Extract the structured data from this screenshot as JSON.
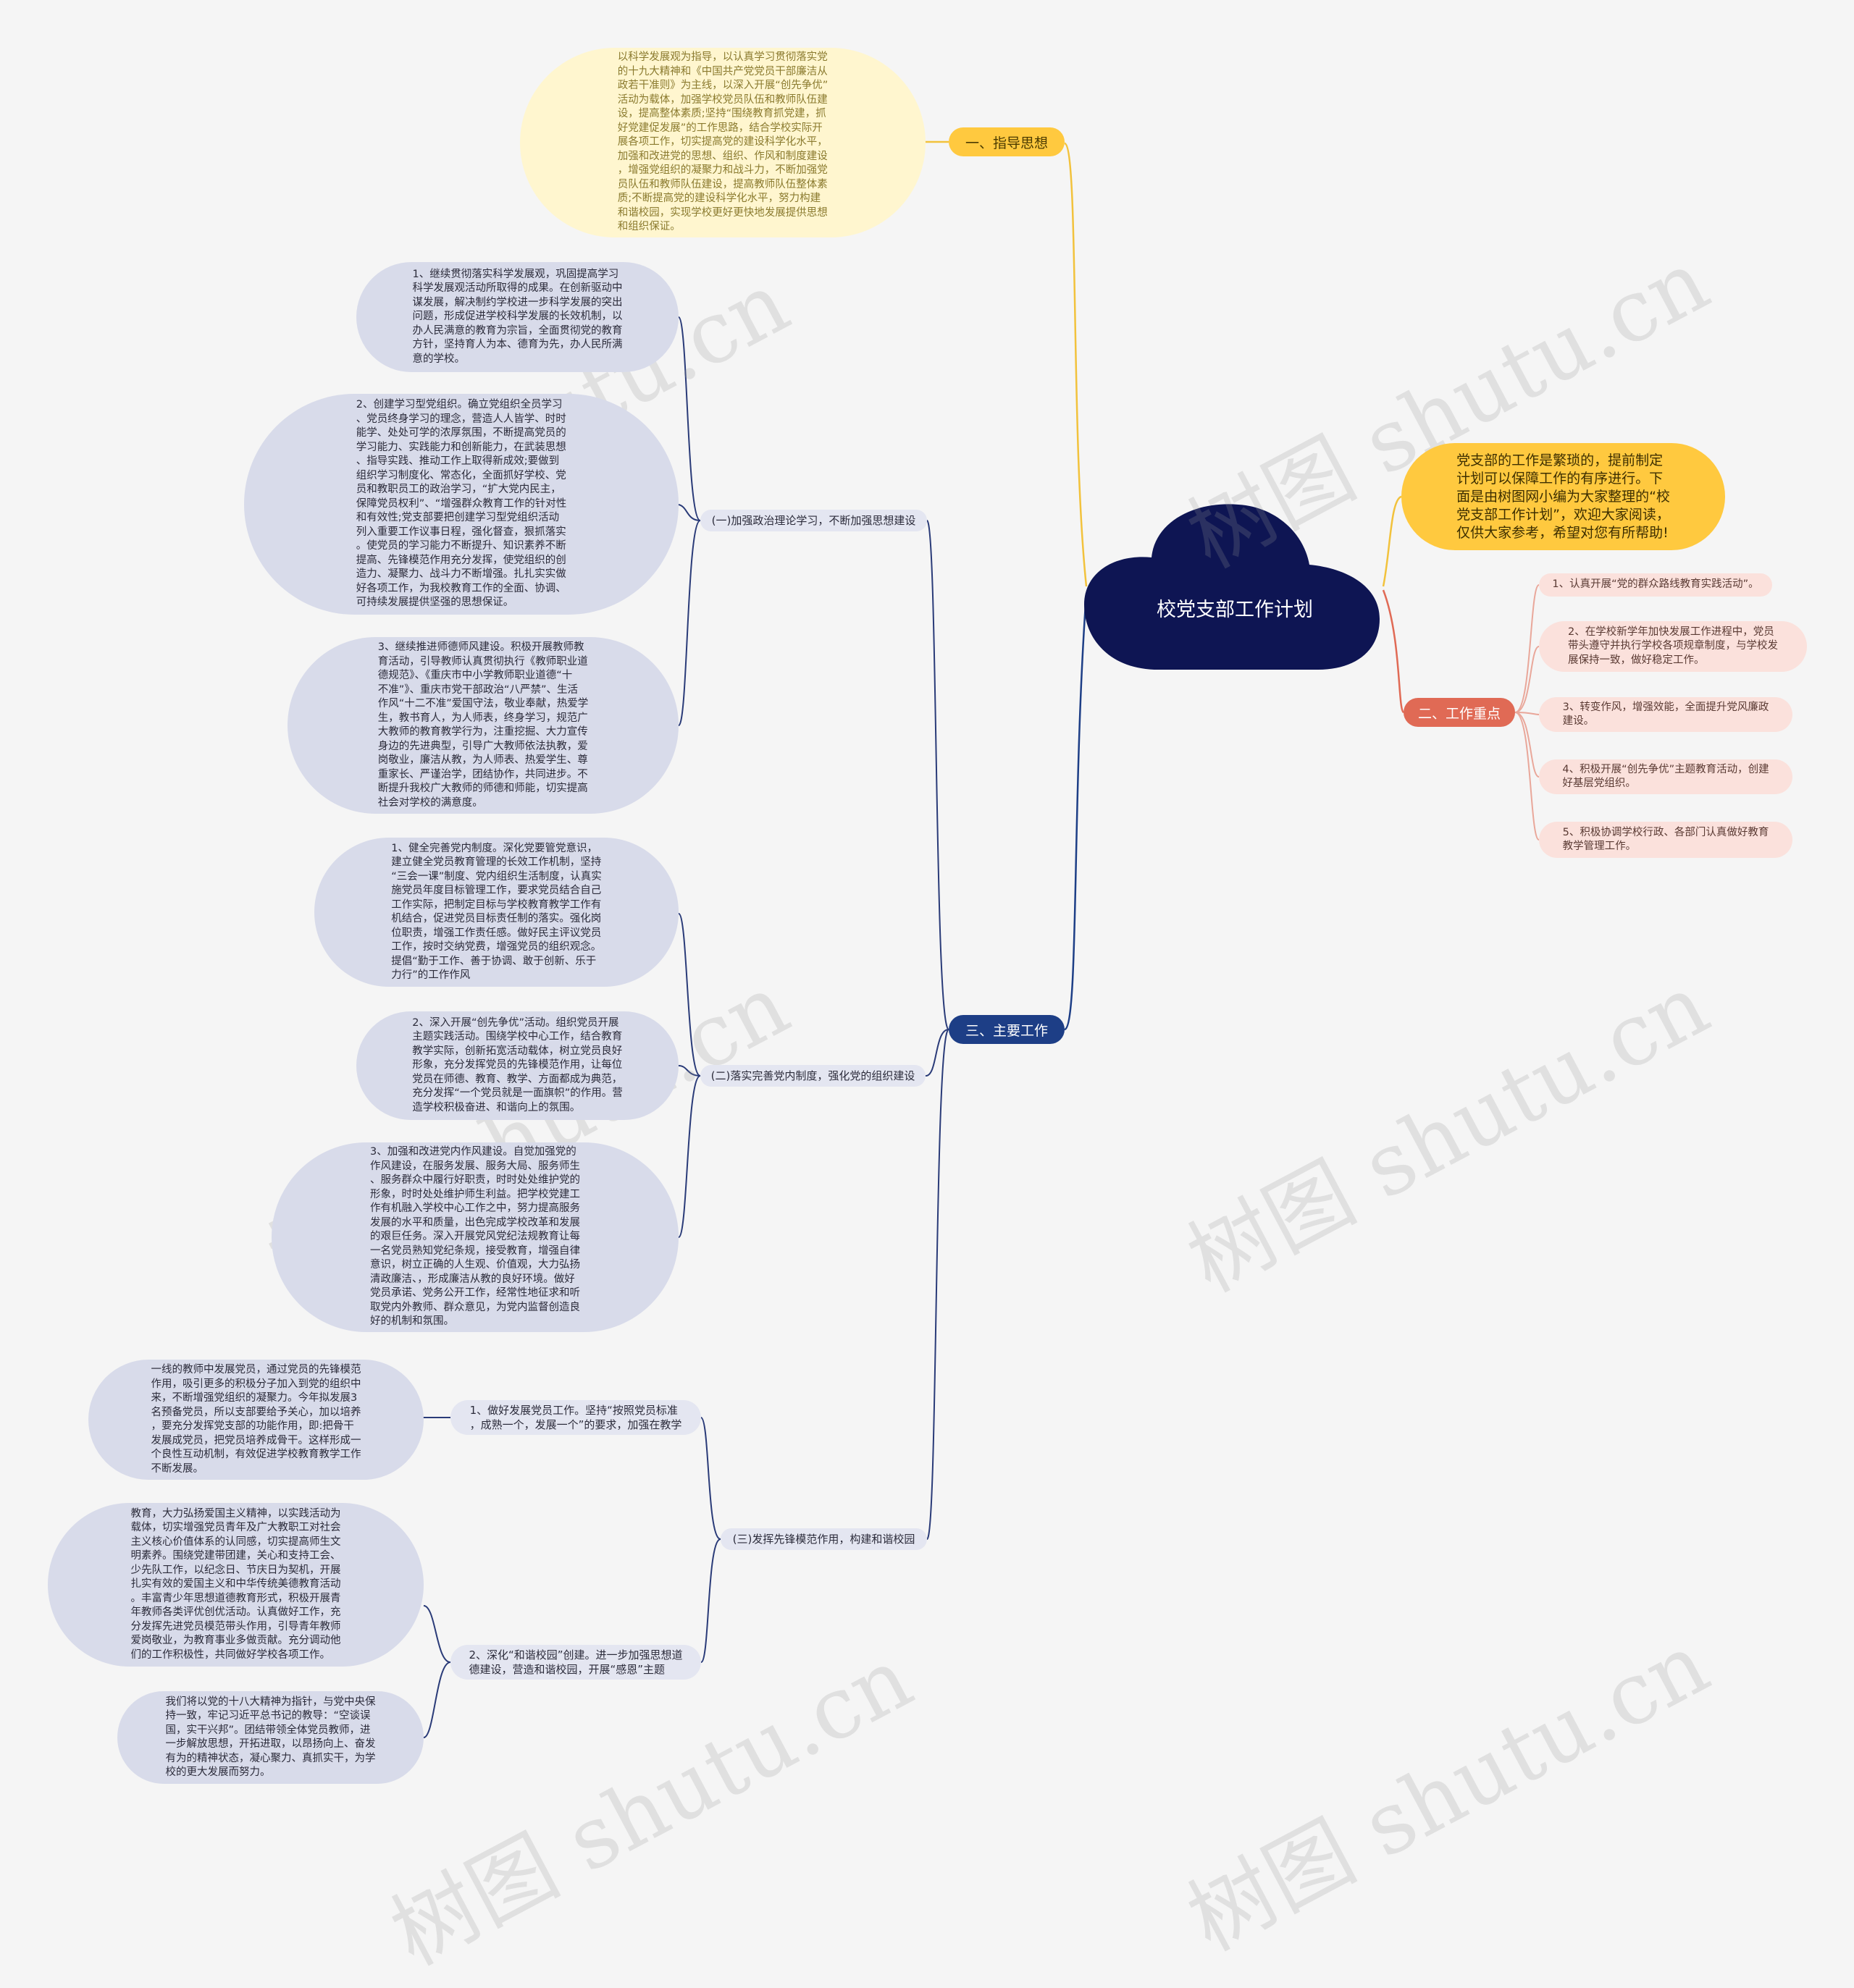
{
  "central_topic": "校党支部工作计划",
  "intro_note": "党支部的工作是繁琐的，提前制定\n计划可以保障工作的有序进行。下\n面是由树图网小编为大家整理的“校\n党支部工作计划”，欢迎大家阅读，\n仅供大家参考，希望对您有所帮助!",
  "branches": {
    "guiding": {
      "label": "一、指导思想",
      "text": "以科学发展观为指导，以认真学习贯彻落实党\n的十九大精神和《中国共产党党员干部廉洁从\n政若干准则》为主线，以深入开展“创先争优”\n活动为载体，加强学校党员队伍和教师队伍建\n设，提高整体素质;坚持“围绕教育抓党建，抓\n好党建促发展”的工作思路，结合学校实际开\n展各项工作，切实提高党的建设科学化水平，\n加强和改进党的思想、组织、作风和制度建设\n，增强党组织的凝聚力和战斗力，不断加强党\n员队伍和教师队伍建设，提高教师队伍整体素\n质;不断提高党的建设科学化水平，努力构建\n和谐校园，实现学校更好更快地发展提供思想\n和组织保证。"
    },
    "key_points": {
      "label": "二、工作重点",
      "items": [
        "1、认真开展“党的群众路线教育实践活动”。",
        "2、在学校新学年加快发展工作进程中，党员\n带头遵守并执行学校各项规章制度，与学校发\n展保持一致，做好稳定工作。",
        "3、转变作风，增强效能，全面提升党风廉政\n建设。",
        "4、积极开展“创先争优”主题教育活动，创建\n好基层党组织。",
        "5、积极协调学校行政、各部门认真做好教育\n教学管理工作。"
      ]
    },
    "main_work": {
      "label": "三、主要工作",
      "sections": [
        {
          "title": "(一)加强政治理论学习，不断加强思想建设",
          "items": [
            "1、继续贯彻落实科学发展观，巩固提高学习\n科学发展观活动所取得的成果。在创新驱动中\n谋发展，解决制约学校进一步科学发展的突出\n问题，形成促进学校科学发展的长效机制，以\n办人民满意的教育为宗旨，全面贯彻党的教育\n方针，坚持育人为本、德育为先，办人民所满\n意的学校。",
            "2、创建学习型党组织。确立党组织全员学习\n、党员终身学习的理念，营造人人皆学、时时\n能学、处处可学的浓厚氛围，不断提高党员的\n学习能力、实践能力和创新能力，在武装思想\n、指导实践、推动工作上取得新成效;要做到\n组织学习制度化、常态化，全面抓好学校、党\n员和教职员工的政治学习，“扩大党内民主，\n保障党员权利”、“增强群众教育工作的针对性\n和有效性;党支部要把创建学习型党组织活动\n列入重要工作议事日程，强化督查，狠抓落实\n。使党员的学习能力不断提升、知识素养不断\n提高、先锋模范作用充分发挥，使党组织的创\n造力、凝聚力、战斗力不断增强。扎扎实实做\n好各项工作，为我校教育工作的全面、协调、\n可持续发展提供坚强的思想保证。",
            "3、继续推进师德师风建设。积极开展教师教\n育活动，引导教师认真贯彻执行《教师职业道\n德规范》、《重庆市中小学教师职业道德“十\n不准”》、重庆市党干部政治“八严禁”、生活\n作风“十二不准”爱国守法，敬业奉献，热爱学\n生，教书育人，为人师表，终身学习，规范广\n大教师的教育教学行为，注重挖掘、大力宣传\n身边的先进典型，引导广大教师依法执教，爱\n岗敬业，廉洁从教，为人师表、热爱学生、尊\n重家长、严谨治学，团结协作，共同进步。不\n断提升我校广大教师的师德和师能，切实提高\n社会对学校的满意度。"
          ]
        },
        {
          "title": "(二)落实完善党内制度，强化党的组织建设",
          "items": [
            "1、健全完善党内制度。深化党要管党意识，\n建立健全党员教育管理的长效工作机制，坚持\n“三会一课”制度、党内组织生活制度，认真实\n施党员年度目标管理工作，要求党员结合自己\n工作实际，把制定目标与学校教育教学工作有\n机结合，促进党员目标责任制的落实。强化岗\n位职责，增强工作责任感。做好民主评议党员\n工作，按时交纳党费，增强党员的组织观念。\n提倡“勤于工作、善于协调、敢于创新、乐于\n力行”的工作作风",
            "2、深入开展“创先争优”活动。组织党员开展\n主题实践活动。围绕学校中心工作，结合教育\n教学实际，创新拓宽活动载体，树立党员良好\n形象，充分发挥党员的先锋模范作用，让每位\n党员在师德、教育、教学、方面都成为典范，\n充分发挥“一个党员就是一面旗帜”的作用。营\n造学校积极奋进、和谐向上的氛围。",
            "3、加强和改进党内作风建设。自觉加强党的\n作风建设，在服务发展、服务大局、服务师生\n、服务群众中履行好职责，时时处处维护党的\n形象，时时处处维护师生利益。把学校党建工\n作有机融入学校中心工作之中，努力提高服务\n发展的水平和质量，出色完成学校改革和发展\n的艰巨任务。深入开展党风党纪法规教育让每\n一名党员熟知党纪条规，接受教育，增强自律\n意识，树立正确的人生观、价值观，大力弘扬\n清政廉洁、，形成廉洁从教的良好环境。做好\n党员承诺、党务公开工作，经常性地征求和听\n取党内外教师、群众意见，为党内监督创造良\n好的机制和氛围。"
          ]
        },
        {
          "title": "(三)发挥先锋模范作用，构建和谐校园",
          "items": [
            {
              "title": "1、做好发展党员工作。坚持“按照党员标准\n，成熟一个，发展一个”的要求，加强在教学",
              "children": [
                "一线的教师中发展党员，通过党员的先锋模范\n作用，吸引更多的积极分子加入到党的组织中\n来，不断增强党组织的凝聚力。今年拟发展3\n名预备党员，所以支部要给予关心，加以培养\n，要充分发挥党支部的功能作用，即:把骨干\n发展成党员，把党员培养成骨干。这样形成一\n个良性互动机制，有效促进学校教育教学工作\n不断发展。"
              ]
            },
            {
              "title": "2、深化“和谐校园”创建。进一步加强思想道\n德建设，营造和谐校园，开展“感恩”主题",
              "children": [
                "教育，大力弘扬爱国主义精神，以实践活动为\n载体，切实增强党员青年及广大教职工对社会\n主义核心价值体系的认同感，切实提高师生文\n明素养。围绕党建带团建，关心和支持工会、\n少先队工作，以纪念日、节庆日为契机，开展\n扎实有效的爱国主义和中华传统美德教育活动\n。丰富青少年思想道德教育形式，积极开展青\n年教师各类评优创优活动。认真做好工作，充\n分发挥先进党员模范带头作用，引导青年教师\n爱岗敬业，为教育事业多做贡献。充分调动他\n们的工作积极性，共同做好学校各项工作。",
                "我们将以党的十八大精神为指针，与党中央保\n持一致，牢记习近平总书记的教导：“空谈误\n国，实干兴邦”。团结带领全体党员教师，进\n一步解放思想，开拓进取，以昂扬向上、奋发\n有为的精神状态，凝心聚力、真抓实干，为学\n校的更大发展而努力。"
              ]
            }
          ]
        }
      ]
    }
  },
  "watermark": "树图 shutu.cn",
  "colors": {
    "background": "#f5f5f5",
    "central": "#0e1553",
    "yellow": "#ffc93f",
    "red": "#e06a55",
    "navy": "#1d3e86",
    "leaf": "#d8dbea"
  }
}
